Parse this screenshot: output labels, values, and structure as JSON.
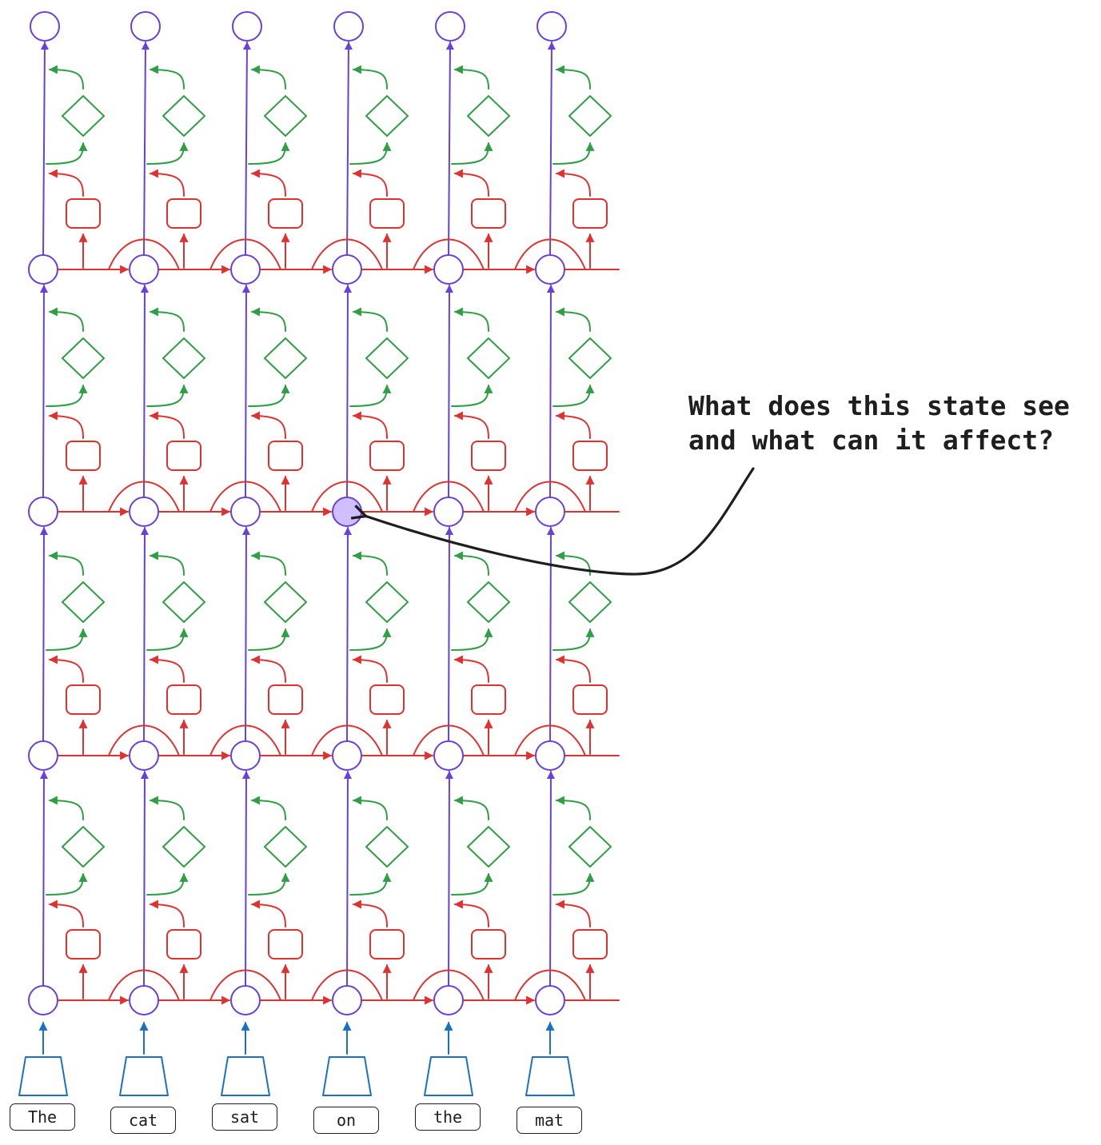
{
  "annotation": {
    "line1": "What does this state see",
    "line2": "and what can it affect?"
  },
  "tokens": [
    "The",
    "cat",
    "sat",
    "on",
    "the",
    "mat"
  ],
  "highlight": {
    "layer": 2,
    "position": 3
  },
  "colors": {
    "residual": "#6741d9",
    "attention": "#e03131",
    "mlp": "#2f9e44",
    "embedding": "#1971c2",
    "text": "#1e1e1e",
    "highlight_fill": "#d0bfff"
  },
  "shapes": {
    "state": "circle-icon",
    "attention_block": "rounded-square-icon",
    "mlp_block": "diamond-icon",
    "embedding_block": "trapezoid-icon"
  }
}
